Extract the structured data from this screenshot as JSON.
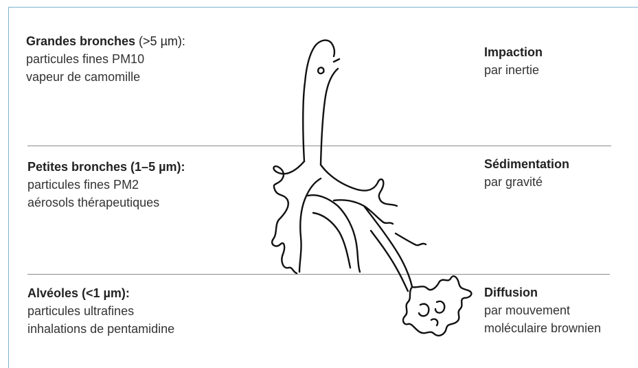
{
  "zones": [
    {
      "title": "Grandes bronches",
      "size": " (>5 µm):",
      "lines": [
        "particules fines PM10",
        "vapeur de camomille"
      ],
      "mechanism": "Impaction",
      "mechanism_detail": [
        "par inertie"
      ]
    },
    {
      "title": "Petites bronches (1–5 µm):",
      "size": "",
      "lines": [
        "particules fines PM2",
        "aérosols thérapeutiques"
      ],
      "mechanism": "Sédimentation",
      "mechanism_detail": [
        "par gravité"
      ]
    },
    {
      "title": "Alvéoles (<1 µm):",
      "size": "",
      "lines": [
        "particules ultrafines",
        "inhalations de pentamidine"
      ],
      "mechanism": "Diffusion",
      "mechanism_detail": [
        "par mouvement",
        "moléculaire brownien"
      ]
    }
  ],
  "colors": {
    "frame": "#7fb2d4",
    "rule": "#8a8a8a",
    "drawing": "#111111"
  },
  "icons": {
    "illustration": "bronchial-tree-illustration"
  }
}
